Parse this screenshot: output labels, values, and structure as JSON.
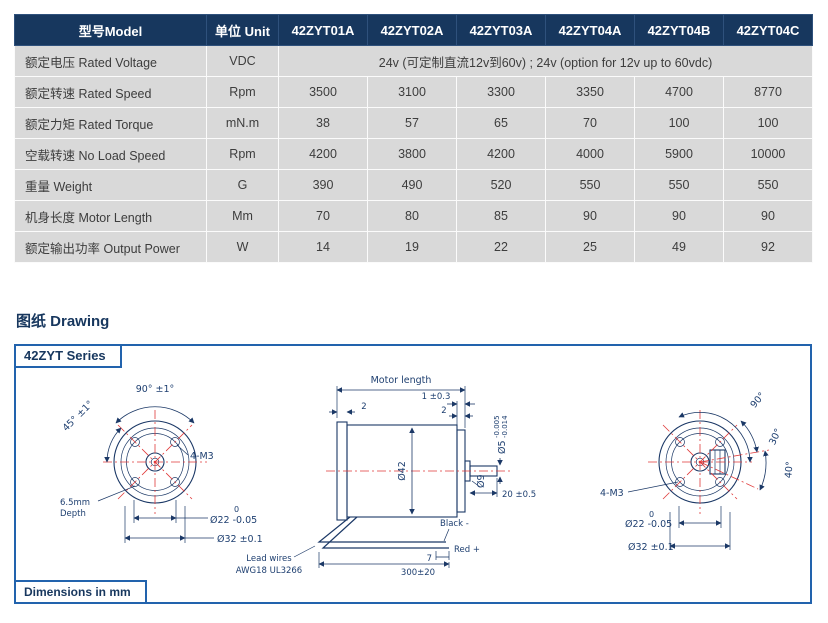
{
  "table": {
    "headers": [
      "型号Model",
      "单位 Unit",
      "42ZYT01A",
      "42ZYT02A",
      "42ZYT03A",
      "42ZYT04A",
      "42ZYT04B",
      "42ZYT04C"
    ],
    "voltage": {
      "label": "额定电压 Rated Voltage",
      "unit": "VDC",
      "value": "24v (可定制直流12v到60v) ;  24v (option for 12v up to 60vdc)"
    },
    "rows": [
      {
        "label": "额定转速 Rated Speed",
        "unit": "Rpm",
        "values": [
          "3500",
          "3100",
          "3300",
          "3350",
          "4700",
          "8770"
        ]
      },
      {
        "label": "额定力矩 Rated Torque",
        "unit": "mN.m",
        "values": [
          "38",
          "57",
          "65",
          "70",
          "100",
          "100"
        ]
      },
      {
        "label": "空载转速 No Load Speed",
        "unit": "Rpm",
        "values": [
          "4200",
          "3800",
          "4200",
          "4000",
          "5900",
          "10000"
        ]
      },
      {
        "label": "重量 Weight",
        "unit": "G",
        "values": [
          "390",
          "490",
          "520",
          "550",
          "550",
          "550"
        ]
      },
      {
        "label": "机身长度 Motor Length",
        "unit": "Mm",
        "values": [
          "70",
          "80",
          "85",
          "90",
          "90",
          "90"
        ]
      },
      {
        "label": "额定输出功率 Output Power",
        "unit": "W",
        "values": [
          "14",
          "19",
          "22",
          "25",
          "49",
          "92"
        ]
      }
    ]
  },
  "drawing": {
    "section_title": "图纸 Drawing",
    "series_label": "42ZYT Series",
    "dimensions_label": "Dimensions in mm",
    "front": {
      "angle_top": "90° ±1°",
      "angle_left": "45° ±1°",
      "bolt": "4-M3",
      "depth1": "6.5mm",
      "depth2": "Depth",
      "d22_tol_top": "0",
      "d22": "Ø22 -0.05",
      "d32": "Ø32 ±0.1"
    },
    "side": {
      "motor_length": "Motor length",
      "dim_1": "1 ±0.3",
      "dim_2l": "2",
      "dim_2r": "2",
      "d42": "Ø42",
      "d5": "Ø5",
      "d5_tol1": "-0.005",
      "d5_tol2": "-0.014",
      "d9": "Ø9",
      "dim_20": "20 ±0.5",
      "black": "Black -",
      "red": "Red +",
      "dim_7": "7",
      "dim_300": "300±20",
      "leadwires1": "Lead wires",
      "leadwires2": "AWG18 UL3266"
    },
    "rear": {
      "angle_90": "90°",
      "angle_30": "30°",
      "angle_40": "40°",
      "bolt": "4-M3",
      "d22_tol_top": "0",
      "d22": "Ø22 -0.05",
      "d32": "Ø32 ±0.1"
    }
  }
}
